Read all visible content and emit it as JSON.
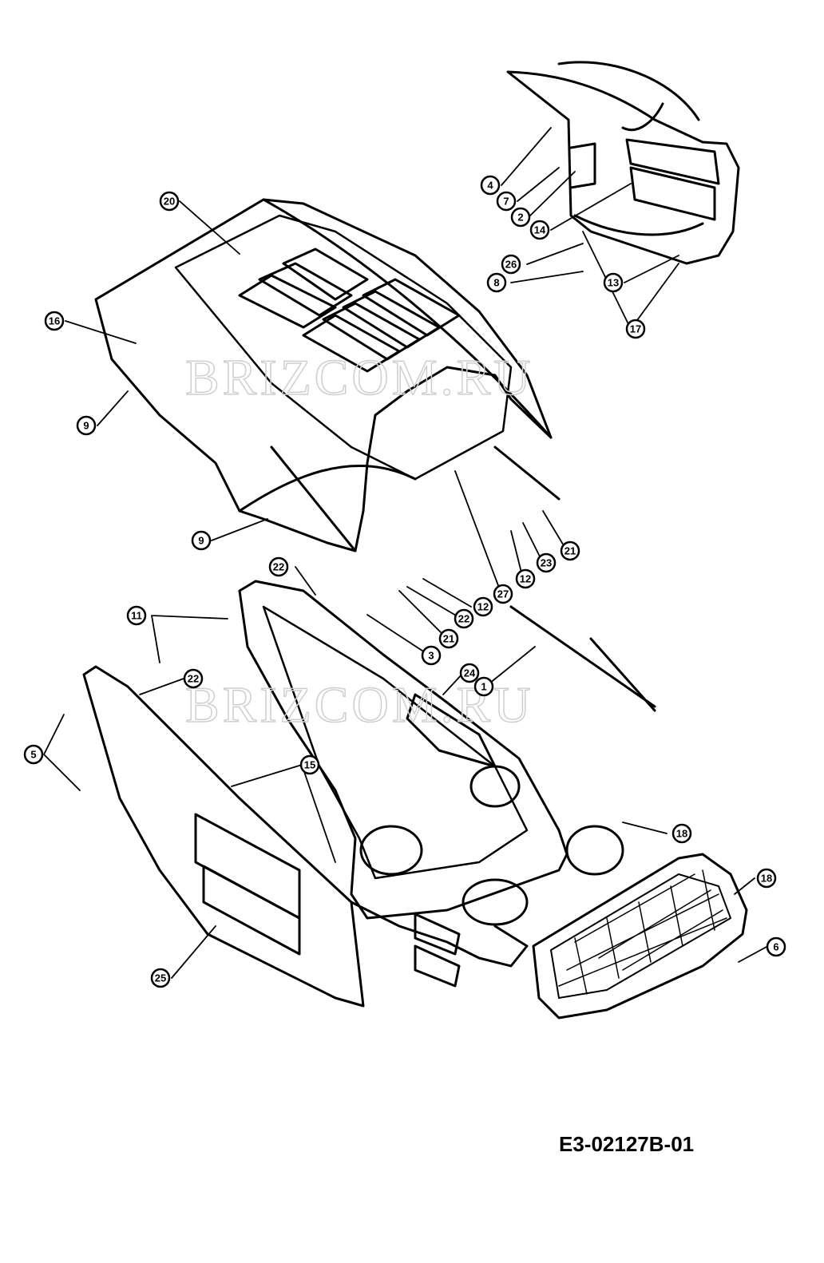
{
  "drawing_code": "E3-02127B-01",
  "watermark": "BRIZCOM.RU",
  "callouts": [
    "20",
    "16",
    "9",
    "9",
    "4",
    "7",
    "2",
    "14",
    "26",
    "8",
    "13",
    "17",
    "21",
    "23",
    "12",
    "27",
    "22",
    "12",
    "22",
    "21",
    "3",
    "11",
    "24",
    "1",
    "22",
    "5",
    "15",
    "18",
    "18",
    "6",
    "25"
  ]
}
